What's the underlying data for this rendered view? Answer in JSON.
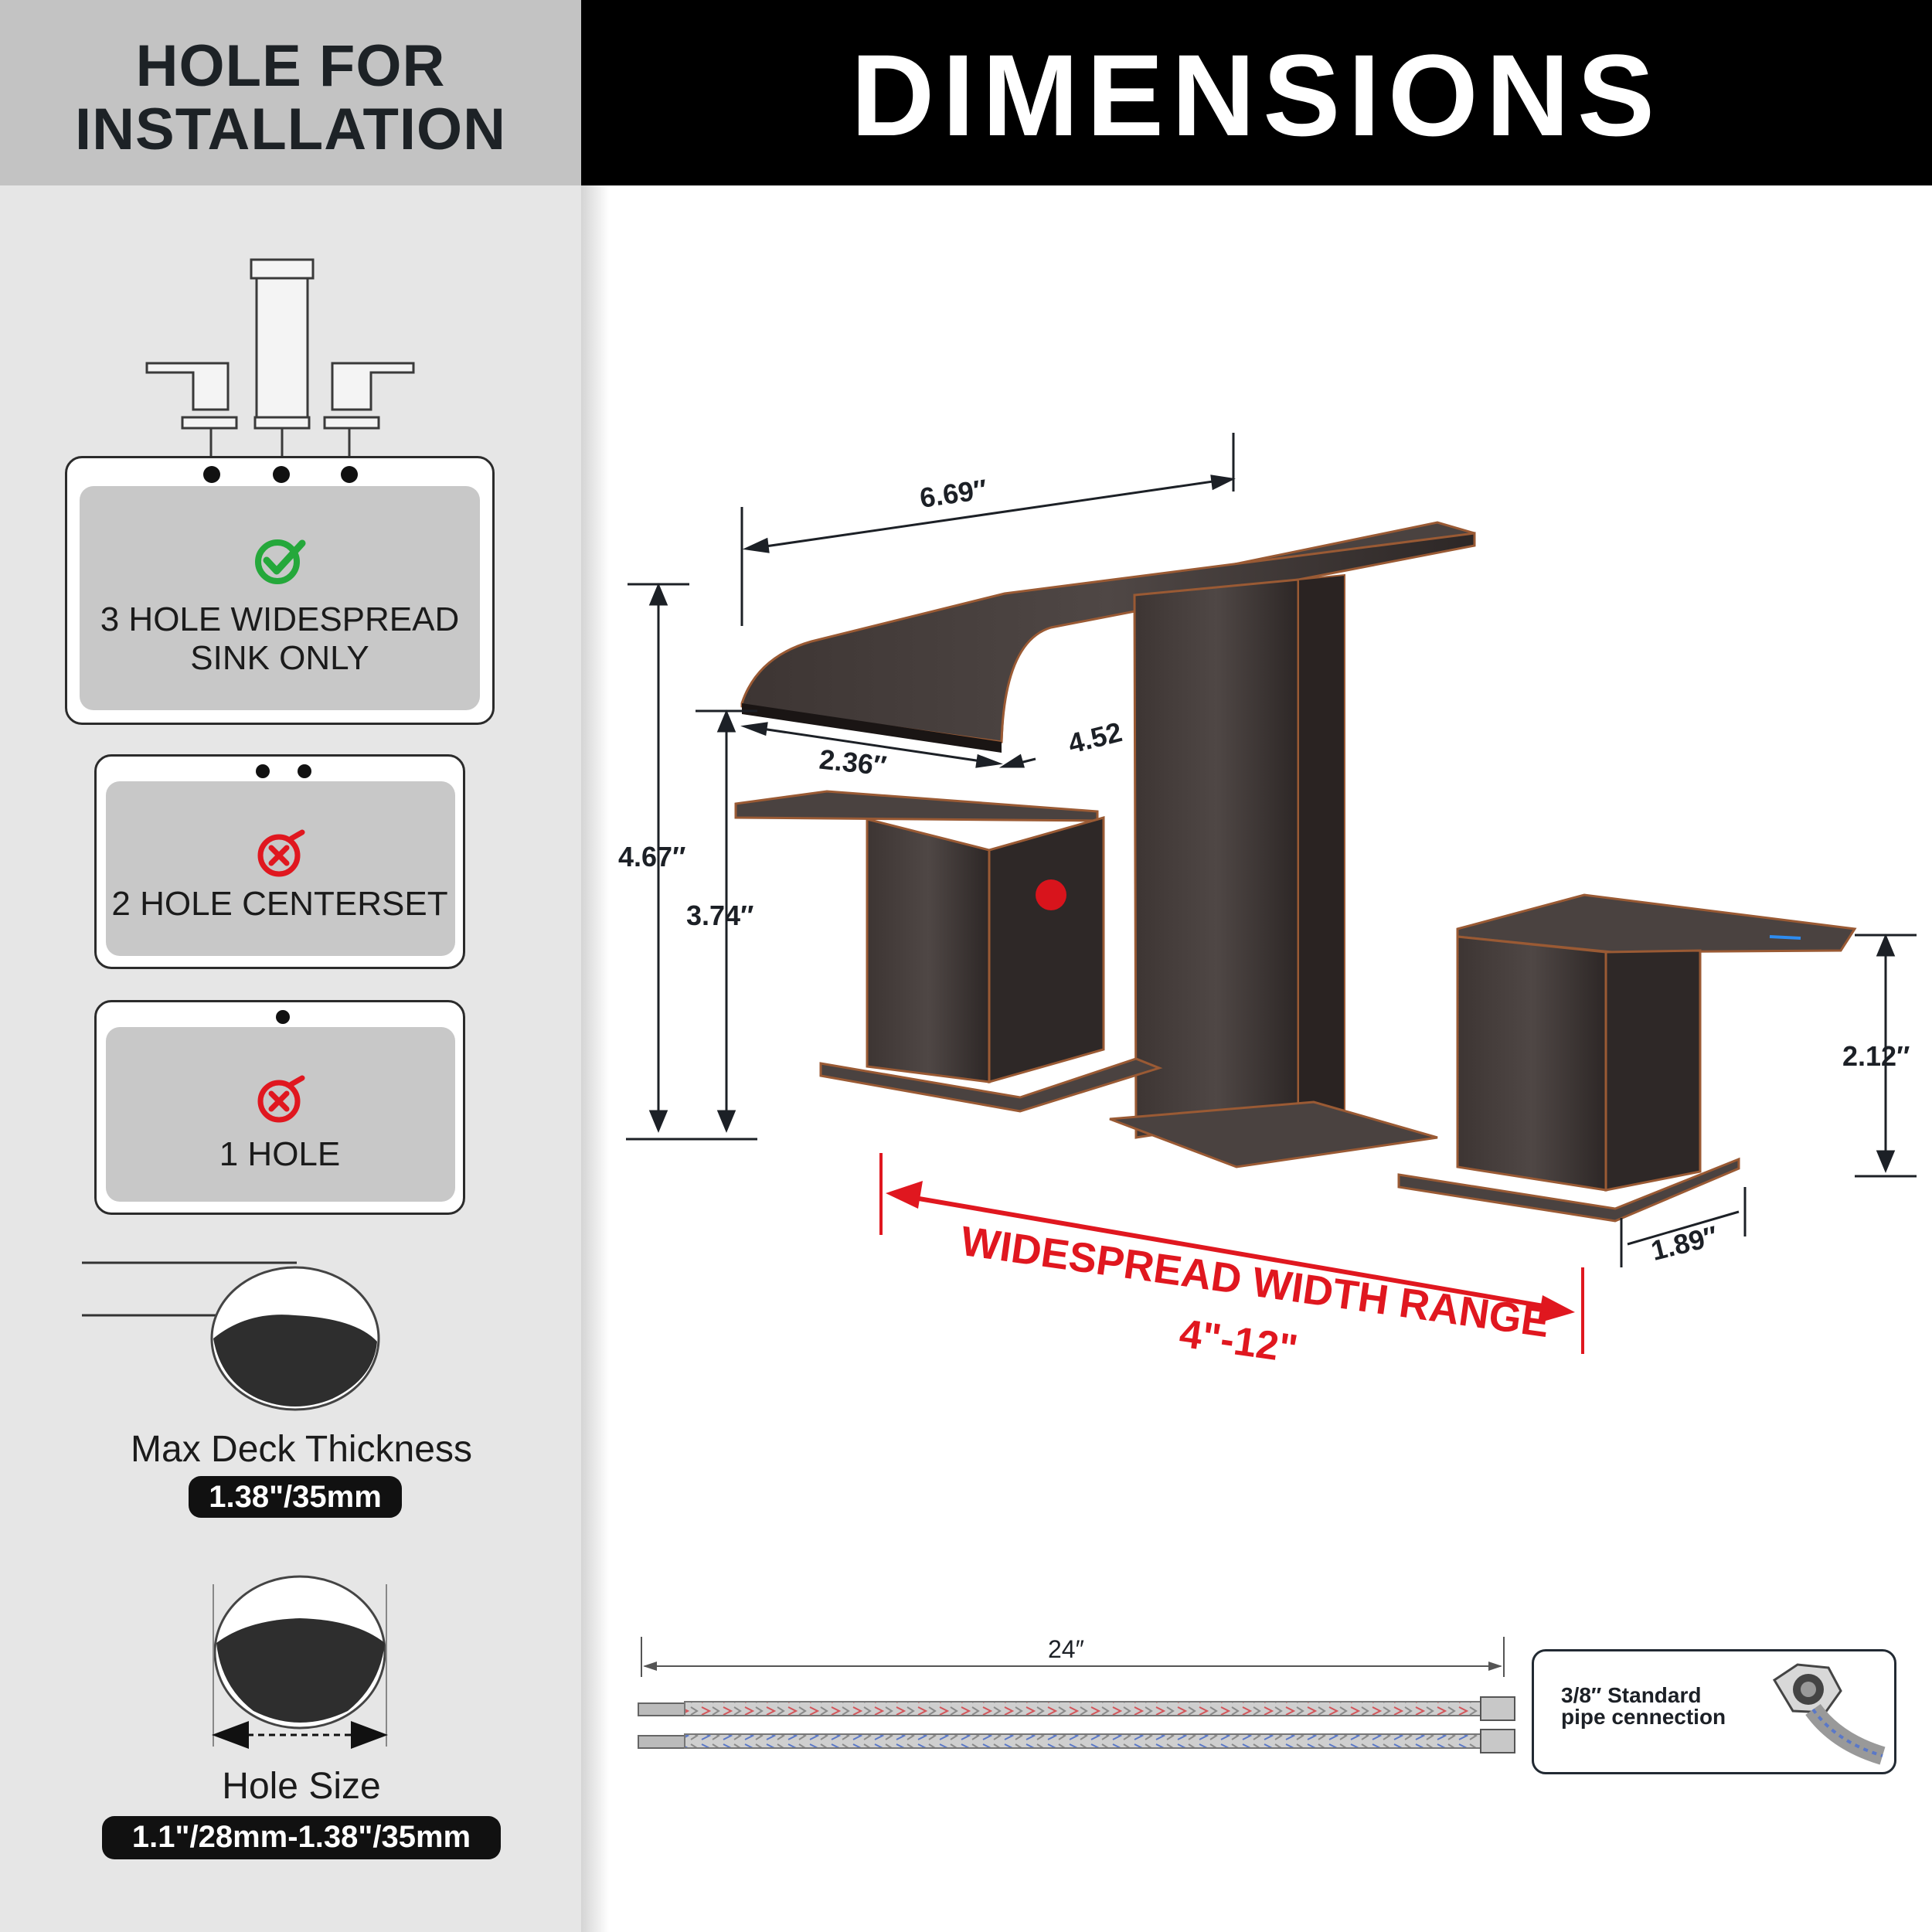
{
  "left_panel": {
    "header_line1": "HOLE FOR",
    "header_line2": "INSTALLATION",
    "options": [
      {
        "label_line1": "3 HOLE WIDESPREAD",
        "label_line2": "SINK ONLY",
        "status": "check-icon"
      },
      {
        "label_line1": "2 HOLE CENTERSET",
        "label_line2": "",
        "status": "x-icon"
      },
      {
        "label_line1": "1 HOLE",
        "label_line2": "",
        "status": "x-icon"
      }
    ],
    "deck_thickness": {
      "caption": "Max Deck Thickness",
      "value": "1.38\"/35mm"
    },
    "hole_size": {
      "caption": "Hole Size",
      "value": "1.1\"/28mm-1.38\"/35mm"
    }
  },
  "right_panel": {
    "title": "DIMENSIONS",
    "dimensions": {
      "spout_length": "6.69″",
      "spout_width": "2.36″",
      "spout_clearance": "4.52",
      "total_height": "4.67″",
      "handle_height": "3.74″",
      "right_handle_height": "2.12″",
      "base_depth": "1.89″",
      "hose_length": "24″"
    },
    "width_range": {
      "label": "WIDESPREAD WIDTH RANGE",
      "value": "4\"-12\""
    },
    "connection": {
      "line1": "3/8″ Standard",
      "line2": "pipe cennection"
    }
  },
  "colors": {
    "accent_red": "#e0171f",
    "check_green": "#25a83b",
    "dark": "#111111",
    "faucet": "#3b3432"
  }
}
